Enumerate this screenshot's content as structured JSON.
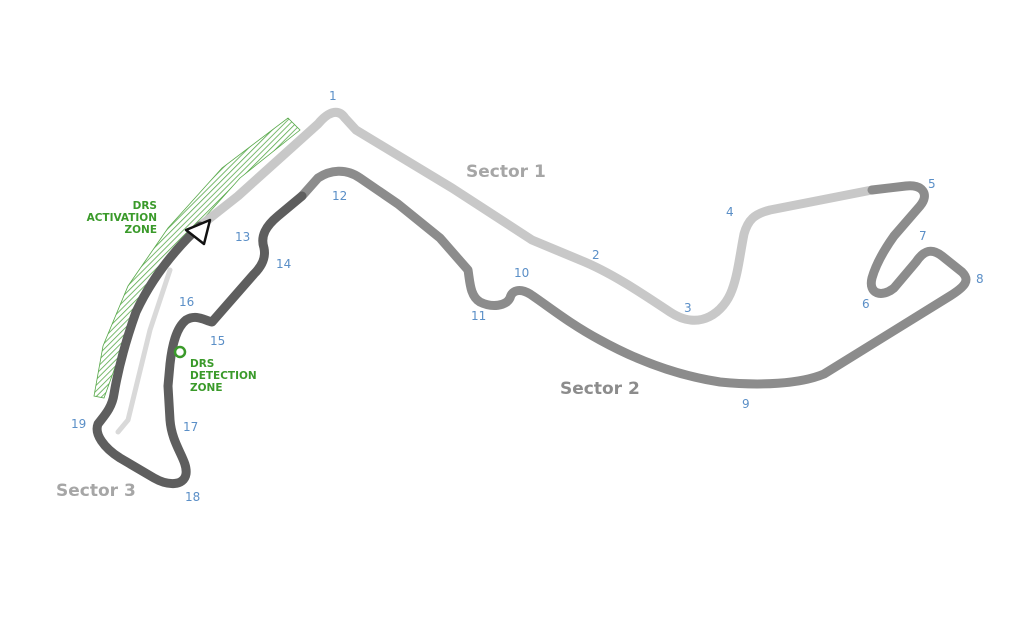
{
  "colors": {
    "sector1": "#c8c8c8",
    "sector2": "#8c8c8c",
    "sector3": "#5e5e5e",
    "pit_lane": "#d9d9d9",
    "drs": "#3a9a2a",
    "turn_number": "#5b8fc7",
    "background": "#ffffff"
  },
  "sectors": [
    {
      "id": "sector1",
      "label": "Sector 1",
      "color": "#c8c8c8"
    },
    {
      "id": "sector2",
      "label": "Sector 2",
      "color": "#8c8c8c"
    },
    {
      "id": "sector3",
      "label": "Sector 3",
      "color": "#5e5e5e"
    }
  ],
  "turns": [
    "1",
    "2",
    "3",
    "4",
    "5",
    "6",
    "7",
    "8",
    "9",
    "10",
    "11",
    "12",
    "13",
    "14",
    "15",
    "16",
    "17",
    "18",
    "19"
  ],
  "drs": {
    "activation_line1": "DRS",
    "activation_line2": "ACTIVATION",
    "activation_line3": "ZONE",
    "detection_line1": "DRS",
    "detection_line2": "DETECTION",
    "detection_line3": "ZONE"
  },
  "direction_marker": "triangle-arrow"
}
